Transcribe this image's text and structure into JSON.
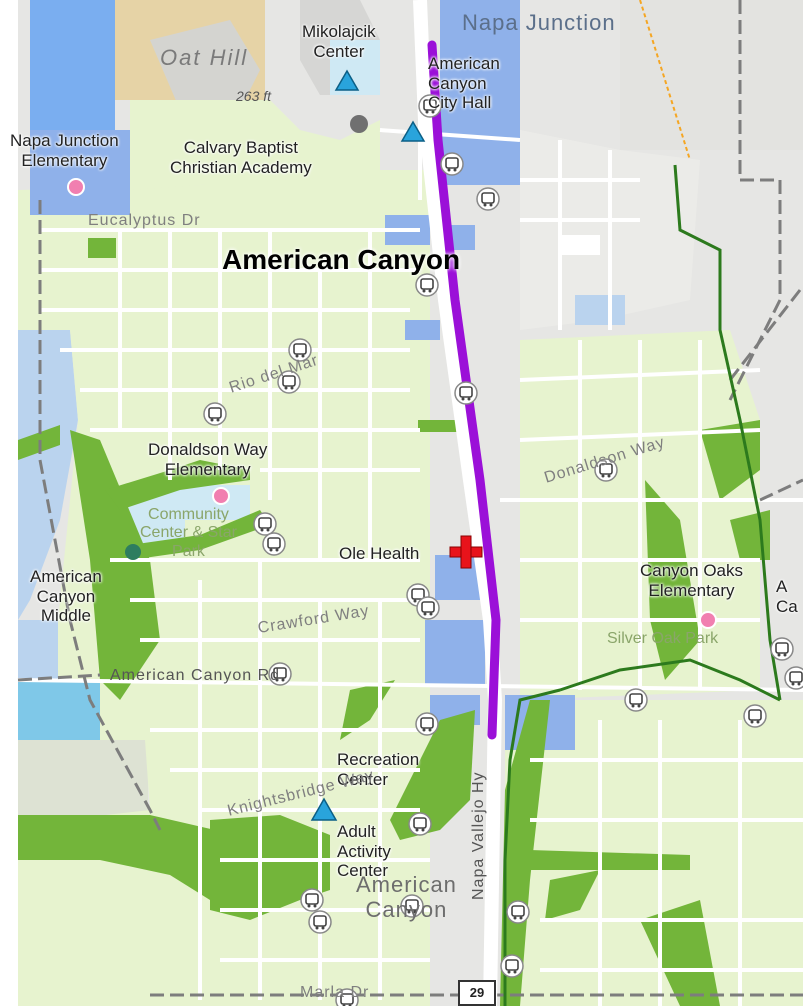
{
  "map": {
    "colors": {
      "base": "#e6e6e4",
      "residential": "#e7f3cf",
      "park": "#73b53a",
      "water": "#bad3ee",
      "commercial": "#8fb1ea",
      "oak_hill": "#e6d3a6",
      "route": "#9b10d8",
      "hospital": "#e8131b",
      "school": "#f17fb0",
      "community": "#29a4dc",
      "church": "#707070"
    },
    "labels": {
      "napa_junction": "Napa Junction",
      "oat_hill": "Oat Hill",
      "elevation": "263 ft",
      "mikolajcik": "Mikolajcik\nCenter",
      "city_hall": "American\nCanyon\nCity Hall",
      "napa_junction_elem": "Napa Junction\nElementary",
      "calvary": "Calvary Baptist\nChristian Academy",
      "eucalyptus": "Eucalyptus Dr",
      "american_canyon_bold": "American Canyon",
      "donaldson_elem": "Donaldson Way\nElementary",
      "community_center": "Community\nCenter & Star\nPark",
      "ole_health": "Ole Health",
      "american_canyon_middle": "American\nCanyon\nMiddle",
      "crawford_way": "Crawford Way",
      "american_canyon_rd": "American Canyon Rd",
      "donaldson_way": "Donaldson Way",
      "canyon_oaks": "Canyon Oaks\nElementary",
      "silver_oak_park": "Silver Oak Park",
      "right_edge": "A\nCa",
      "recreation_center": "Recreation\nCenter",
      "adult_activity": "Adult\nActivity\nCenter",
      "knightsbridge": "Knightsbridge Way",
      "napa_vallejo": "Napa Vallejo Hy",
      "american_canyon_place": "American\nCanyon",
      "marla_dr": "Marla Dr",
      "rio_del_mar": "Rio del Mar",
      "highway": "29"
    }
  }
}
